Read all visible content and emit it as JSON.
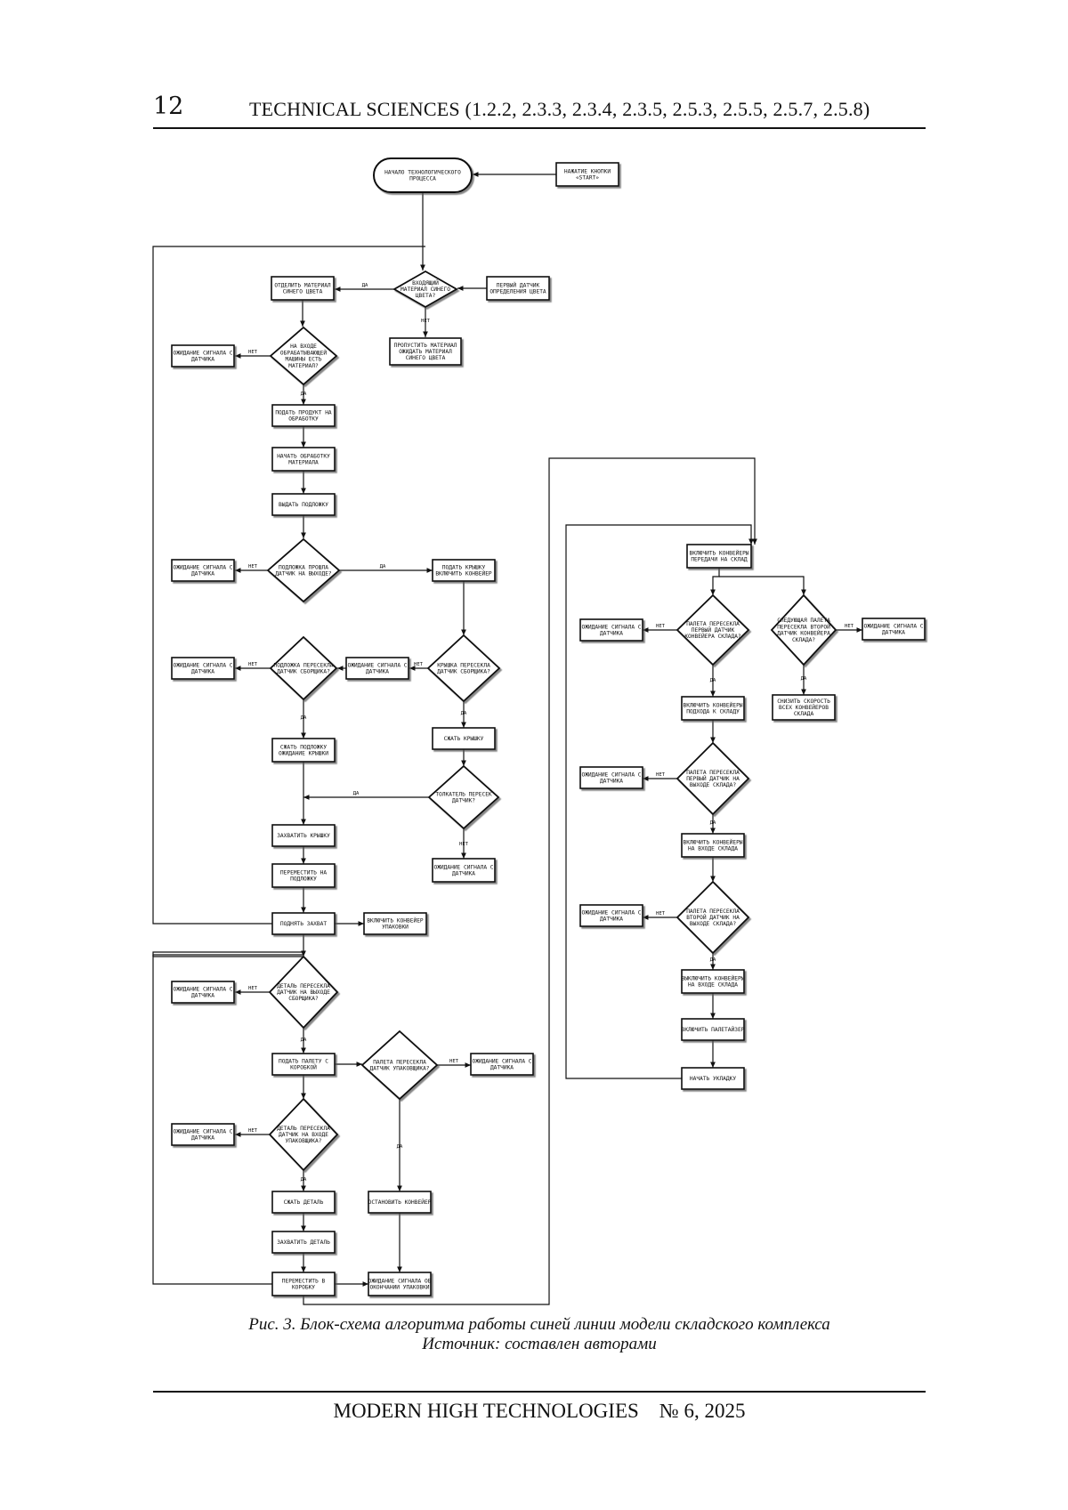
{
  "header": {
    "page_number": "12",
    "journal_section": "TECHNICAL SCIENCES (1.2.2, 2.3.3, 2.3.4, 2.3.5, 2.5.3, 2.5.5, 2.5.7, 2.5.8)"
  },
  "figure": {
    "caption": "Рис. 3. Блок-схема алгоритма работы синей линии модели складского комплекса",
    "source": "Источник: составлен авторами"
  },
  "footer": {
    "journal_name": "MODERN HIGH TECHNOLOGIES",
    "issue": "№ 6, 2025"
  },
  "labels": {
    "yes": "ДА",
    "no": "НЕТ"
  },
  "flow": {
    "nodes": [
      {
        "id": "start",
        "type": "terminal",
        "lines": [
          "НАЧАЛО ТЕХНОЛОГИЧЕСКОГО",
          "ПРОЦЕССА"
        ]
      },
      {
        "id": "start_btn",
        "type": "process",
        "lines": [
          "НАЖАТИЕ КНОПКИ",
          "«START»"
        ]
      },
      {
        "id": "d_color",
        "type": "decision",
        "lines": [
          "ВХОДЯЩИЙ",
          "МАТЕРИАЛ СИНЕГО",
          "ЦВЕТА?"
        ]
      },
      {
        "id": "sensor_color",
        "type": "process",
        "lines": [
          "ПЕРВЫЙ ДАТЧИК",
          "ОПРЕДЕЛЕНИЯ ЦВЕТА"
        ]
      },
      {
        "id": "separate",
        "type": "process",
        "lines": [
          "ОТДЕЛИТЬ МАТЕРИАЛ",
          "СИНЕГО ЦВЕТА"
        ]
      },
      {
        "id": "skip",
        "type": "process",
        "lines": [
          "ПРОПУСТИТЬ МАТЕРИАЛ",
          "ОЖИДАТЬ МАТЕРИАЛ",
          "СИНЕГО ЦВЕТА"
        ]
      },
      {
        "id": "d_machine",
        "type": "decision",
        "lines": [
          "НА ВХОДЕ",
          "ОБРАБАТЫВАЮЩЕЙ",
          "МАШИНЫ ЕСТЬ",
          "МАТЕРИАЛ?"
        ]
      },
      {
        "id": "w1",
        "type": "process",
        "lines": [
          "ОЖИДАНИЕ СИГНАЛА С",
          "ДАТЧИКА"
        ]
      },
      {
        "id": "feed",
        "type": "process",
        "lines": [
          "ПОДАТЬ ПРОДУКТ НА",
          "ОБРАБОТКУ"
        ]
      },
      {
        "id": "begin_proc",
        "type": "process",
        "lines": [
          "НАЧАТЬ ОБРАБОТКУ",
          "МАТЕРИАЛА"
        ]
      },
      {
        "id": "issue_base",
        "type": "process",
        "lines": [
          "ВЫДАТЬ ПОДЛОЖКУ"
        ]
      },
      {
        "id": "d_base_out",
        "type": "decision",
        "lines": [
          "ПОДЛОЖКА ПРОШЛА",
          "ДАТЧИК НА ВЫХОДЕ?"
        ]
      },
      {
        "id": "w2",
        "type": "process",
        "lines": [
          "ОЖИДАНИЕ СИГНАЛА С",
          "ДАТЧИКА"
        ]
      },
      {
        "id": "give_lid",
        "type": "process",
        "lines": [
          "ПОДАТЬ КРЫШКУ",
          "ВКЛЮЧИТЬ КОНВЕЙЕР"
        ]
      },
      {
        "id": "d_lid",
        "type": "decision",
        "lines": [
          "КРЫШКА ПЕРЕСЕКЛА",
          "ДАТЧИК СБОРЩИКА?"
        ]
      },
      {
        "id": "w3",
        "type": "process",
        "lines": [
          "ОЖИДАНИЕ СИГНАЛА С",
          "ДАТЧИКА"
        ]
      },
      {
        "id": "d_base_asm",
        "type": "decision",
        "lines": [
          "ПОДЛОЖКА ПЕРЕСЕКЛА",
          "ДАТЧИК СБОРЩИКА?"
        ]
      },
      {
        "id": "w4",
        "type": "process",
        "lines": [
          "ОЖИДАНИЕ СИГНАЛА С",
          "ДАТЧИКА"
        ]
      },
      {
        "id": "clamp_base",
        "type": "process",
        "lines": [
          "СЖАТЬ ПОДЛОЖКУ",
          "ОЖИДАНИЕ КРЫШКИ"
        ]
      },
      {
        "id": "clamp_lid",
        "type": "process",
        "lines": [
          "СЖАТЬ КРЫШКУ"
        ]
      },
      {
        "id": "d_pusher",
        "type": "decision",
        "lines": [
          "ТОЛКАТЕЛЬ ПЕРЕСЕК",
          "ДАТЧИК?"
        ]
      },
      {
        "id": "w5",
        "type": "process",
        "lines": [
          "ОЖИДАНИЕ СИГНАЛА С",
          "ДАТЧИКА"
        ]
      },
      {
        "id": "grab_lid",
        "type": "process",
        "lines": [
          "ЗАХВАТИТЬ КРЫШКУ"
        ]
      },
      {
        "id": "move_base",
        "type": "process",
        "lines": [
          "ПЕРЕМЕСТИТЬ НА",
          "ПОДЛОЖКУ"
        ]
      },
      {
        "id": "lift",
        "type": "process",
        "lines": [
          "ПОДНЯТЬ ЗАХВАТ"
        ]
      },
      {
        "id": "pack_conv",
        "type": "process",
        "lines": [
          "ВКЛЮЧИТЬ КОНВЕЙЕР",
          "УПАКОВКИ"
        ]
      },
      {
        "id": "d_part_out",
        "type": "decision",
        "lines": [
          "ДЕТАЛЬ ПЕРЕСЕКЛА",
          "ДАТЧИК НА ВЫХОДЕ",
          "СБОРЩИКА?"
        ]
      },
      {
        "id": "w6",
        "type": "process",
        "lines": [
          "ОЖИДАНИЕ СИГНАЛА С",
          "ДАТЧИКА"
        ]
      },
      {
        "id": "give_pallet",
        "type": "process",
        "lines": [
          "ПОДАТЬ ПАЛЕТУ С",
          "КОРОБКОЙ"
        ]
      },
      {
        "id": "d_pallet_pack",
        "type": "decision",
        "lines": [
          "ПАЛЕТА ПЕРЕСЕКЛА",
          "ДАТЧИК УПАКОВЩИКА?"
        ]
      },
      {
        "id": "w7",
        "type": "process",
        "lines": [
          "ОЖИДАНИЕ СИГНАЛА С",
          "ДАТЧИКА"
        ]
      },
      {
        "id": "d_part_in",
        "type": "decision",
        "lines": [
          "ДЕТАЛЬ ПЕРЕСЕКЛА",
          "ДАТЧИК НА ВХОДЕ",
          "УПАКОВЩИКА?"
        ]
      },
      {
        "id": "w8",
        "type": "process",
        "lines": [
          "ОЖИДАНИЕ СИГНАЛА С",
          "ДАТЧИКА"
        ]
      },
      {
        "id": "clamp_part",
        "type": "process",
        "lines": [
          "СЖАТЬ ДЕТАЛЬ"
        ]
      },
      {
        "id": "stop_conv",
        "type": "process",
        "lines": [
          "ОСТАНОВИТЬ КОНВЕЙЕР"
        ]
      },
      {
        "id": "grab_part",
        "type": "process",
        "lines": [
          "ЗАХВАТИТЬ ДЕТАЛЬ"
        ]
      },
      {
        "id": "move_box",
        "type": "process",
        "lines": [
          "ПЕРЕМЕСТИТЬ В",
          "КОРОБКУ"
        ]
      },
      {
        "id": "wait_pack",
        "type": "process",
        "lines": [
          "ОЖИДАНИЕ СИГНАЛА ОБ",
          "ОКОНЧАНИИ УПАКОВКИ"
        ]
      },
      {
        "id": "wh_conv",
        "type": "process",
        "lines": [
          "ВКЛЮЧИТЬ КОНВЕЙЕРЫ",
          "ПЕРЕДАЧИ НА СКЛАД"
        ]
      },
      {
        "id": "d_first_wh",
        "type": "decision",
        "lines": [
          "ПАЛЕТА ПЕРЕСЕКЛА",
          "ПЕРВЫЙ ДАТЧИК",
          "КОНВЕЙЕРА СКЛАДА?"
        ]
      },
      {
        "id": "w9",
        "type": "process",
        "lines": [
          "ОЖИДАНИЕ СИГНАЛА С",
          "ДАТЧИКА"
        ]
      },
      {
        "id": "d_next_wh",
        "type": "decision",
        "lines": [
          "СЛЕДУЮЩАЯ ПАЛЕТА",
          "ПЕРЕСЕКЛА ВТОРОЙ",
          "ДАТЧИК КОНВЕЙЕРА",
          "СКЛАДА?"
        ]
      },
      {
        "id": "w10",
        "type": "process",
        "lines": [
          "ОЖИДАНИЕ СИГНАЛА С",
          "ДАТЧИКА"
        ]
      },
      {
        "id": "slow",
        "type": "process",
        "lines": [
          "СНИЗИТЬ СКОРОСТЬ",
          "ВСЕХ КОНВЕЙЕРОВ",
          "СКЛАДА"
        ]
      },
      {
        "id": "descent",
        "type": "process",
        "lines": [
          "ВКЛЮЧИТЬ КОНВЕЙЕРЫ",
          "ПОДХОДА К СКЛАДУ"
        ]
      },
      {
        "id": "d_first_out",
        "type": "decision",
        "lines": [
          "ПАЛЕТА ПЕРЕСЕКЛА",
          "ПЕРВЫЙ ДАТЧИК НА",
          "ВЫХОДЕ СКЛАДА?"
        ]
      },
      {
        "id": "w11",
        "type": "process",
        "lines": [
          "ОЖИДАНИЕ СИГНАЛА С",
          "ДАТЧИКА"
        ]
      },
      {
        "id": "entry_on",
        "type": "process",
        "lines": [
          "ВКЛЮЧИТЬ КОНВЕЙЕРЫ",
          "НА ВХОДЕ СКЛАДА"
        ]
      },
      {
        "id": "d_second_out",
        "type": "decision",
        "lines": [
          "ПАЛЕТА ПЕРЕСЕКЛА",
          "ВТОРОЙ ДАТЧИК НА",
          "ВЫХОДЕ СКЛАДА?"
        ]
      },
      {
        "id": "w12",
        "type": "process",
        "lines": [
          "ОЖИДАНИЕ СИГНАЛА С",
          "ДАТЧИКА"
        ]
      },
      {
        "id": "entry_off",
        "type": "process",
        "lines": [
          "ВЫКЛЮЧИТЬ КОНВЕЙЕРЫ",
          "НА ВХОДЕ СКЛАДА"
        ]
      },
      {
        "id": "palletizer",
        "type": "process",
        "lines": [
          "ВКЛЮЧИТЬ ПАЛЕТАЙЗЕР"
        ]
      },
      {
        "id": "stack",
        "type": "process",
        "lines": [
          "НАЧАТЬ УКЛАДКУ"
        ]
      }
    ],
    "edges": [
      {
        "from": "start_btn",
        "to": "start"
      },
      {
        "from": "start",
        "to": "d_color"
      },
      {
        "from": "sensor_color",
        "to": "d_color"
      },
      {
        "from": "d_color",
        "to": "separate",
        "label": "yes"
      },
      {
        "from": "d_color",
        "to": "skip",
        "label": "no"
      },
      {
        "from": "separate",
        "to": "d_machine"
      },
      {
        "from": "d_machine",
        "to": "w1",
        "label": "no"
      },
      {
        "from": "d_machine",
        "to": "feed",
        "label": "yes"
      },
      {
        "from": "feed",
        "to": "begin_proc"
      },
      {
        "from": "begin_proc",
        "to": "issue_base"
      },
      {
        "from": "issue_base",
        "to": "d_base_out"
      },
      {
        "from": "d_base_out",
        "to": "w2",
        "label": "no"
      },
      {
        "from": "d_base_out",
        "to": "give_lid",
        "label": "yes"
      },
      {
        "from": "give_lid",
        "to": "d_lid"
      },
      {
        "from": "d_lid",
        "to": "w3",
        "label": "no"
      },
      {
        "from": "d_lid",
        "to": "clamp_lid",
        "label": "yes"
      },
      {
        "from": "w3",
        "to": "d_base_asm"
      },
      {
        "from": "d_base_asm",
        "to": "w4",
        "label": "no"
      },
      {
        "from": "d_base_asm",
        "to": "clamp_base",
        "label": "yes"
      },
      {
        "from": "clamp_lid",
        "to": "d_pusher"
      },
      {
        "from": "d_pusher",
        "to": "grab_lid",
        "label": "yes"
      },
      {
        "from": "d_pusher",
        "to": "w5",
        "label": "no"
      },
      {
        "from": "clamp_base",
        "to": "grab_lid"
      },
      {
        "from": "grab_lid",
        "to": "move_base"
      },
      {
        "from": "move_base",
        "to": "lift"
      },
      {
        "from": "lift",
        "to": "pack_conv"
      },
      {
        "from": "lift",
        "to": "d_color"
      },
      {
        "from": "lift",
        "to": "d_part_out"
      },
      {
        "from": "d_part_out",
        "to": "w6",
        "label": "no"
      },
      {
        "from": "d_part_out",
        "to": "give_pallet",
        "label": "yes"
      },
      {
        "from": "give_pallet",
        "to": "d_pallet_pack"
      },
      {
        "from": "d_pallet_pack",
        "to": "w7",
        "label": "no"
      },
      {
        "from": "d_pallet_pack",
        "to": "stop_conv",
        "label": "yes"
      },
      {
        "from": "give_pallet",
        "to": "d_part_in"
      },
      {
        "from": "d_part_in",
        "to": "w8",
        "label": "no"
      },
      {
        "from": "d_part_in",
        "to": "clamp_part",
        "label": "yes"
      },
      {
        "from": "clamp_part",
        "to": "grab_part"
      },
      {
        "from": "grab_part",
        "to": "move_box"
      },
      {
        "from": "stop_conv",
        "to": "wait_pack"
      },
      {
        "from": "move_box",
        "to": "wait_pack"
      },
      {
        "from": "move_box",
        "to": "d_part_out"
      },
      {
        "from": "wait_pack",
        "to": "wh_conv"
      },
      {
        "from": "wh_conv",
        "to": "d_first_wh"
      },
      {
        "from": "wh_conv",
        "to": "d_next_wh"
      },
      {
        "from": "d_first_wh",
        "to": "w9",
        "label": "no"
      },
      {
        "from": "d_first_wh",
        "to": "descent",
        "label": "yes"
      },
      {
        "from": "d_next_wh",
        "to": "w10",
        "label": "no"
      },
      {
        "from": "d_next_wh",
        "to": "slow",
        "label": "yes"
      },
      {
        "from": "descent",
        "to": "d_first_out"
      },
      {
        "from": "d_first_out",
        "to": "w11",
        "label": "no"
      },
      {
        "from": "d_first_out",
        "to": "entry_on",
        "label": "yes"
      },
      {
        "from": "entry_on",
        "to": "d_second_out"
      },
      {
        "from": "d_second_out",
        "to": "w12",
        "label": "no"
      },
      {
        "from": "d_second_out",
        "to": "entry_off",
        "label": "yes"
      },
      {
        "from": "entry_off",
        "to": "palletizer"
      },
      {
        "from": "palletizer",
        "to": "stack"
      },
      {
        "from": "stack",
        "to": "wh_conv"
      }
    ]
  }
}
